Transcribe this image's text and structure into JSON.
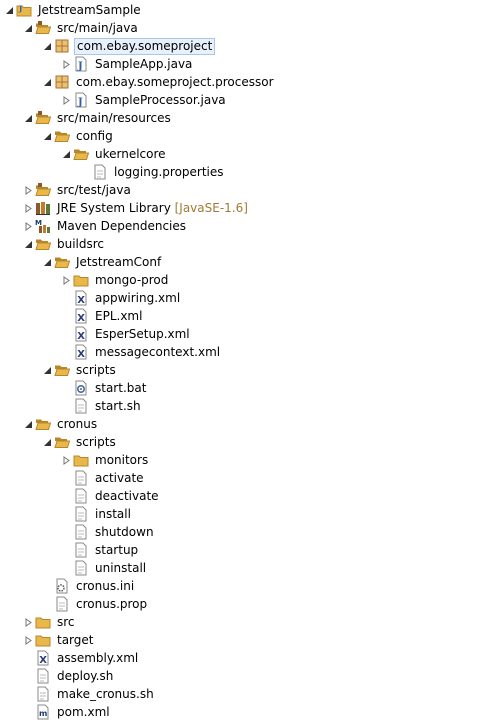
{
  "tree": [
    {
      "id": "jetstream-sample",
      "label": "JetstreamSample",
      "depth": 0,
      "arrow": "expanded",
      "icon": "java-project-icon",
      "bold": false
    },
    {
      "id": "src-main-java",
      "label": "src/main/java",
      "depth": 1,
      "arrow": "expanded",
      "icon": "source-folder-icon"
    },
    {
      "id": "pkg-someproject",
      "label": "com.ebay.someproject",
      "depth": 2,
      "arrow": "expanded",
      "icon": "package-icon",
      "selected": true
    },
    {
      "id": "sampleapp-java",
      "label": "SampleApp.java",
      "depth": 3,
      "arrow": "collapsed",
      "icon": "java-file-icon"
    },
    {
      "id": "pkg-processor",
      "label": "com.ebay.someproject.processor",
      "depth": 2,
      "arrow": "expanded",
      "icon": "package-icon"
    },
    {
      "id": "sampleprocessor-java",
      "label": "SampleProcessor.java",
      "depth": 3,
      "arrow": "collapsed",
      "icon": "java-file-icon"
    },
    {
      "id": "src-main-resources",
      "label": "src/main/resources",
      "depth": 1,
      "arrow": "expanded",
      "icon": "source-folder-icon"
    },
    {
      "id": "config",
      "label": "config",
      "depth": 2,
      "arrow": "expanded",
      "icon": "folder-open-icon"
    },
    {
      "id": "ukernelcore",
      "label": "ukernelcore",
      "depth": 3,
      "arrow": "expanded",
      "icon": "folder-open-icon"
    },
    {
      "id": "logging-properties",
      "label": "logging.properties",
      "depth": 4,
      "arrow": "none",
      "icon": "text-file-icon"
    },
    {
      "id": "src-test-java",
      "label": "src/test/java",
      "depth": 1,
      "arrow": "collapsed",
      "icon": "source-folder-icon"
    },
    {
      "id": "jre-library",
      "label": "JRE System Library",
      "decoration": "[JavaSE-1.6]",
      "depth": 1,
      "arrow": "collapsed",
      "icon": "library-icon"
    },
    {
      "id": "maven-deps",
      "label": "Maven Dependencies",
      "depth": 1,
      "arrow": "collapsed",
      "icon": "maven-library-icon"
    },
    {
      "id": "buildsrc",
      "label": "buildsrc",
      "depth": 1,
      "arrow": "expanded",
      "icon": "folder-open-icon"
    },
    {
      "id": "jetstreamconf",
      "label": "JetstreamConf",
      "depth": 2,
      "arrow": "expanded",
      "icon": "folder-open-icon"
    },
    {
      "id": "mongo-prod",
      "label": "mongo-prod",
      "depth": 3,
      "arrow": "collapsed",
      "icon": "folder-icon"
    },
    {
      "id": "appwiring-xml",
      "label": "appwiring.xml",
      "depth": 3,
      "arrow": "none",
      "icon": "xml-file-icon"
    },
    {
      "id": "epl-xml",
      "label": "EPL.xml",
      "depth": 3,
      "arrow": "none",
      "icon": "xml-file-icon"
    },
    {
      "id": "espersetup-xml",
      "label": "EsperSetup.xml",
      "depth": 3,
      "arrow": "none",
      "icon": "xml-file-icon"
    },
    {
      "id": "messagecontext-xml",
      "label": "messagecontext.xml",
      "depth": 3,
      "arrow": "none",
      "icon": "xml-file-icon"
    },
    {
      "id": "buildsrc-scripts",
      "label": "scripts",
      "depth": 2,
      "arrow": "expanded",
      "icon": "folder-open-icon"
    },
    {
      "id": "start-bat",
      "label": "start.bat",
      "depth": 3,
      "arrow": "none",
      "icon": "bat-file-icon"
    },
    {
      "id": "start-sh",
      "label": "start.sh",
      "depth": 3,
      "arrow": "none",
      "icon": "text-file-icon"
    },
    {
      "id": "cronus",
      "label": "cronus",
      "depth": 1,
      "arrow": "expanded",
      "icon": "folder-open-icon"
    },
    {
      "id": "cronus-scripts",
      "label": "scripts",
      "depth": 2,
      "arrow": "expanded",
      "icon": "folder-open-icon"
    },
    {
      "id": "monitors",
      "label": "monitors",
      "depth": 3,
      "arrow": "collapsed",
      "icon": "folder-icon"
    },
    {
      "id": "activate",
      "label": "activate",
      "depth": 3,
      "arrow": "none",
      "icon": "text-file-icon"
    },
    {
      "id": "deactivate",
      "label": "deactivate",
      "depth": 3,
      "arrow": "none",
      "icon": "text-file-icon"
    },
    {
      "id": "install",
      "label": "install",
      "depth": 3,
      "arrow": "none",
      "icon": "text-file-icon"
    },
    {
      "id": "shutdown",
      "label": "shutdown",
      "depth": 3,
      "arrow": "none",
      "icon": "text-file-icon"
    },
    {
      "id": "startup",
      "label": "startup",
      "depth": 3,
      "arrow": "none",
      "icon": "text-file-icon"
    },
    {
      "id": "uninstall",
      "label": "uninstall",
      "depth": 3,
      "arrow": "none",
      "icon": "text-file-icon"
    },
    {
      "id": "cronus-ini",
      "label": "cronus.ini",
      "depth": 2,
      "arrow": "none",
      "icon": "ini-file-icon"
    },
    {
      "id": "cronus-prop",
      "label": "cronus.prop",
      "depth": 2,
      "arrow": "none",
      "icon": "text-file-icon"
    },
    {
      "id": "src",
      "label": "src",
      "depth": 1,
      "arrow": "collapsed",
      "icon": "folder-icon"
    },
    {
      "id": "target",
      "label": "target",
      "depth": 1,
      "arrow": "collapsed",
      "icon": "folder-icon"
    },
    {
      "id": "assembly-xml",
      "label": "assembly.xml",
      "depth": 1,
      "arrow": "none",
      "icon": "xml-file-icon"
    },
    {
      "id": "deploy-sh",
      "label": "deploy.sh",
      "depth": 1,
      "arrow": "none",
      "icon": "text-file-icon"
    },
    {
      "id": "make-cronus-sh",
      "label": "make_cronus.sh",
      "depth": 1,
      "arrow": "none",
      "icon": "text-file-icon"
    },
    {
      "id": "pom-xml",
      "label": "pom.xml",
      "depth": 1,
      "arrow": "none",
      "icon": "maven-pom-icon"
    }
  ],
  "colors": {
    "folder": "#e8b84a",
    "folder_dark": "#b8862a",
    "java_blue": "#2b5fa8",
    "package_brown": "#b0702a",
    "selection_bg": "#e8f1fb",
    "selection_border": "#a8c8ea",
    "decoration": "#a37a35"
  }
}
